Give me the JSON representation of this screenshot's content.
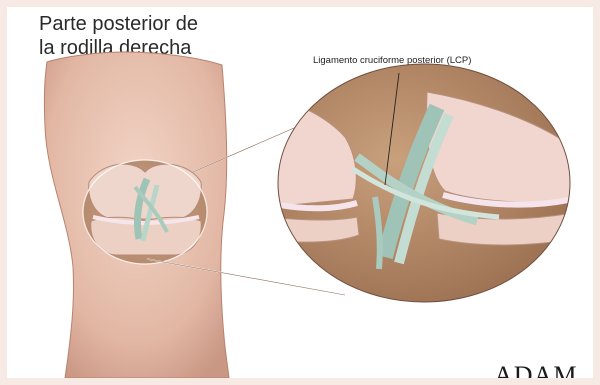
{
  "figure": {
    "title_lines": [
      "Parte posterior de",
      "la rodilla derecha"
    ],
    "callout_label": "Ligamento cruciforme posterior (LCP)",
    "logo_text": "ADAM"
  },
  "colors": {
    "page_border": "#f7e9e3",
    "skin": "#e9c6b6",
    "bone": "#efd3c6",
    "cartilage": "#f3dde4",
    "ligament": "#bfd7cc",
    "soft_tissue": "#b98d6b"
  }
}
